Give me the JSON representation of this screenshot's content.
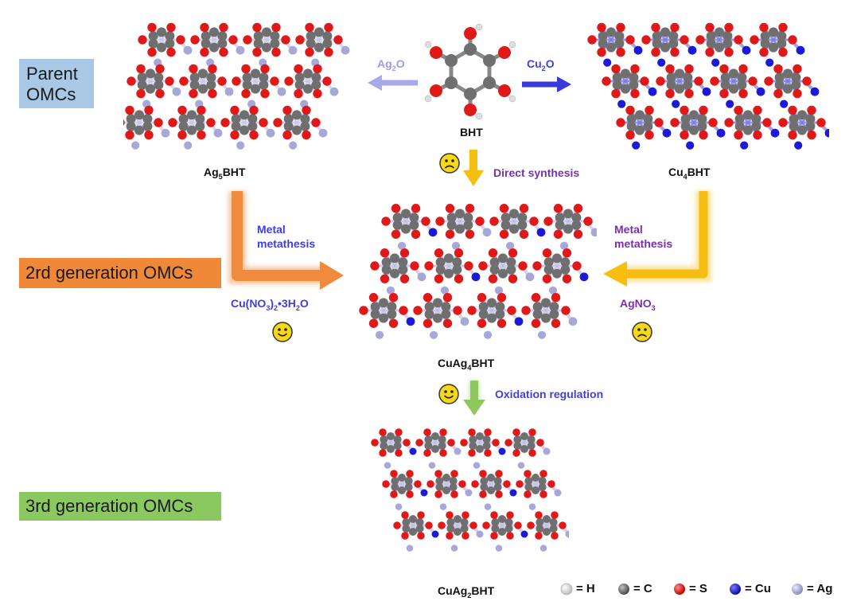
{
  "generations": {
    "parent": {
      "line1": "Parent",
      "line2": "OMCs",
      "color": "#a8c8e6"
    },
    "second": {
      "label": "2rd generation OMCs",
      "color": "#f0883a"
    },
    "third": {
      "label": "3rd generation OMCs",
      "color": "#8cc860"
    }
  },
  "molecules": {
    "bht": {
      "name": "BHT"
    },
    "ag5bht": {
      "base": "Ag",
      "sub": "5",
      "rest": "BHT"
    },
    "cu4bht": {
      "base": "Cu",
      "sub": "4",
      "rest": "BHT"
    },
    "cuag4bht": {
      "base": "CuAg",
      "sub": "4",
      "rest": "BHT"
    },
    "cuag2bht": {
      "base": "CuAg",
      "sub": "2",
      "rest": "BHT"
    }
  },
  "reactions": {
    "ag2o": {
      "base": "Ag",
      "sub": "2",
      "rest": "O"
    },
    "cu2o": {
      "base": "Cu",
      "sub": "2",
      "rest": "O"
    },
    "direct_synthesis": "Direct synthesis",
    "metal_metathesis_left": {
      "line1": "Metal",
      "line2": "metathesis"
    },
    "metal_metathesis_right": {
      "line1": "Metal",
      "line2": "metathesis"
    },
    "cu_nitrate": {
      "a": "Cu(NO",
      "s1": "3",
      "b": ")",
      "s2": "2",
      "c": "•3H",
      "s3": "2",
      "d": "O"
    },
    "agno3": {
      "base": "AgNO",
      "sub": "3"
    },
    "oxidation_regulation": "Oxidation regulation"
  },
  "colors": {
    "arrow_orange": "#f08a3c",
    "arrow_yellow": "#f5be10",
    "arrow_green": "#90c860",
    "arrow_blue": "#3a3ad8",
    "arrow_lightblue": "#a8a8ea",
    "atom_h": "#e6e6e6",
    "atom_c": "#6f6f6f",
    "atom_s": "#e01818",
    "atom_cu": "#1a1ad8",
    "atom_ag": "#a8a8d8"
  },
  "legend": [
    {
      "symbol": "H",
      "text": "= H",
      "color": "#e6e6e6"
    },
    {
      "symbol": "C",
      "text": "= C",
      "color": "#6f6f6f"
    },
    {
      "symbol": "S",
      "text": "= S",
      "color": "#e01818"
    },
    {
      "symbol": "Cu",
      "text": "= Cu",
      "color": "#1a1ad8"
    },
    {
      "symbol": "Ag",
      "text": "= Ag",
      "color": "#a8a8d8"
    }
  ],
  "faces": [
    {
      "id": "face-direct",
      "mood": "sad"
    },
    {
      "id": "face-left",
      "mood": "happy"
    },
    {
      "id": "face-right",
      "mood": "sad"
    },
    {
      "id": "face-oxidation",
      "mood": "happy"
    }
  ]
}
